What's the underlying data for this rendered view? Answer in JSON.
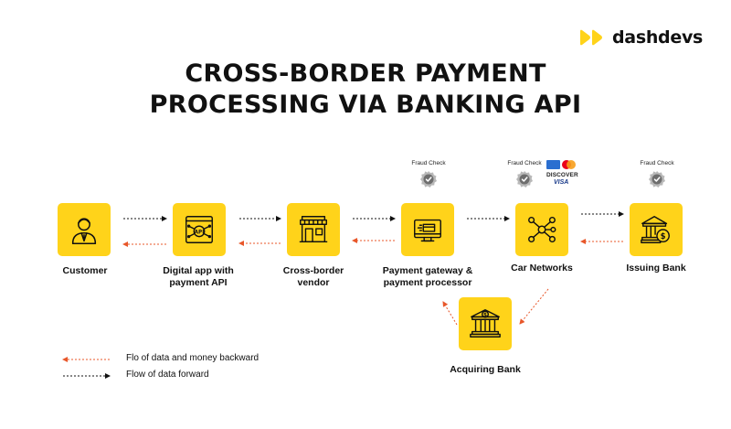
{
  "brand": {
    "name": "dashdevs",
    "accent": "#ffd31a"
  },
  "title": {
    "line1": "CROSS-BORDER PAYMENT",
    "line2": "PROCESSING VIA BANKING API"
  },
  "nodes": {
    "customer": {
      "label": "Customer",
      "icon": "person-icon"
    },
    "digital_app": {
      "label_line1": "Digital app with",
      "label_line2": "payment API",
      "icon": "api-icon"
    },
    "vendor": {
      "label_line1": "Cross-border",
      "label_line2": "vendor",
      "icon": "storefront-icon"
    },
    "gateway": {
      "label_line1": "Payment gateway &",
      "label_line2": "payment processor",
      "icon": "payment-terminal-icon"
    },
    "car_networks": {
      "label": "Car Networks",
      "icon": "network-icon"
    },
    "issuing_bank": {
      "label": "Issuing Bank",
      "icon": "bank-dollar-icon"
    },
    "acquiring_bank": {
      "label": "Acquiring Bank",
      "icon": "bank-dollar-icon"
    }
  },
  "fraud_check": {
    "label": "Fraud Check"
  },
  "card_brands": {
    "discover": "DISCOVER",
    "visa": "VISA"
  },
  "legend": {
    "backward": "Flo of data and money backward",
    "forward": "Flow of data forward"
  },
  "colors": {
    "forward_arrow": "#111111",
    "backward_arrow": "#e8572a"
  }
}
